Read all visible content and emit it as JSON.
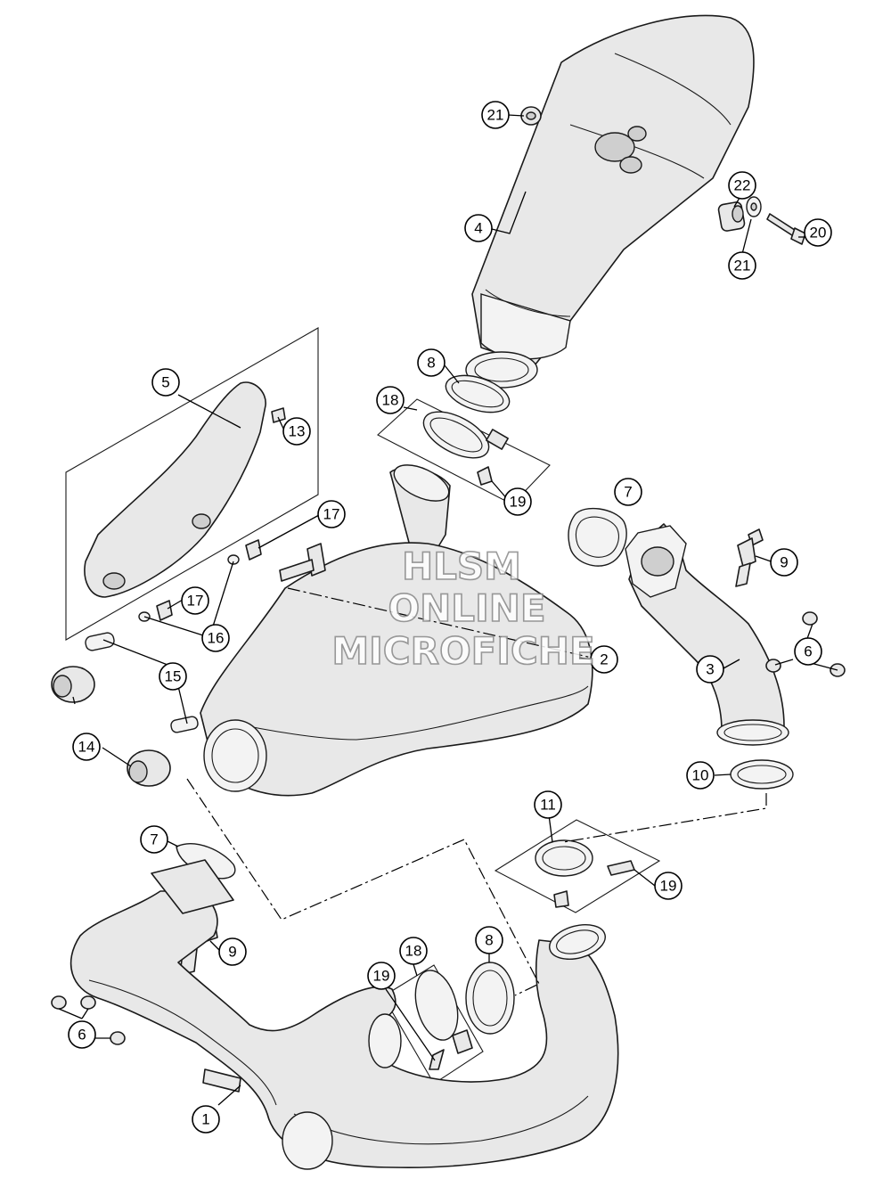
{
  "diagram": {
    "callouts": [
      {
        "id": "c21a",
        "label": "21"
      },
      {
        "id": "c22",
        "label": "22"
      },
      {
        "id": "c20",
        "label": "20"
      },
      {
        "id": "c21b",
        "label": "21"
      },
      {
        "id": "c4",
        "label": "4"
      },
      {
        "id": "c8a",
        "label": "8"
      },
      {
        "id": "c18a",
        "label": "18"
      },
      {
        "id": "c19a",
        "label": "19"
      },
      {
        "id": "c5",
        "label": "5"
      },
      {
        "id": "c13",
        "label": "13"
      },
      {
        "id": "c17a",
        "label": "17"
      },
      {
        "id": "c17b",
        "label": "17"
      },
      {
        "id": "c16",
        "label": "16"
      },
      {
        "id": "c7a",
        "label": "7"
      },
      {
        "id": "c9a",
        "label": "9"
      },
      {
        "id": "c2",
        "label": "2"
      },
      {
        "id": "c6a",
        "label": "6"
      },
      {
        "id": "c3",
        "label": "3"
      },
      {
        "id": "c15",
        "label": "15"
      },
      {
        "id": "c14",
        "label": "14"
      },
      {
        "id": "c10",
        "label": "10"
      },
      {
        "id": "c11",
        "label": "11"
      },
      {
        "id": "c19b",
        "label": "19"
      },
      {
        "id": "c7b",
        "label": "7"
      },
      {
        "id": "c9b",
        "label": "9"
      },
      {
        "id": "c8b",
        "label": "8"
      },
      {
        "id": "c18b",
        "label": "18"
      },
      {
        "id": "c19c",
        "label": "19"
      },
      {
        "id": "c6b",
        "label": "6"
      },
      {
        "id": "c1",
        "label": "1"
      }
    ],
    "watermark": {
      "line1": "HLSM",
      "line2": "ONLINE",
      "line3": "MICROFICHE"
    }
  }
}
